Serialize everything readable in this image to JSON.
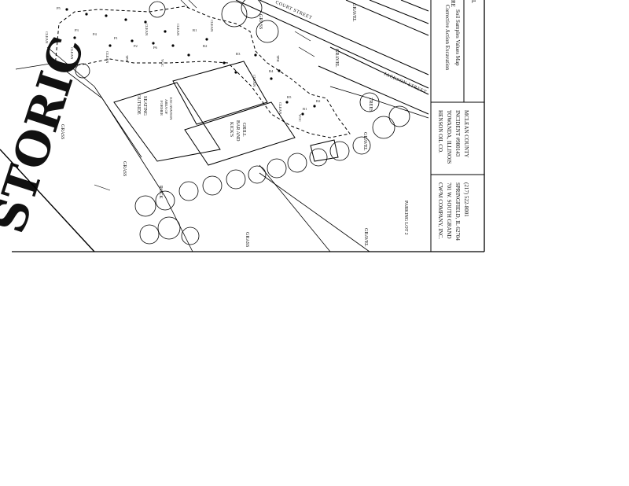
{
  "map": {
    "historic_text": "STORIC",
    "streets": [
      "COURT STREET",
      "JACKSON STREET"
    ],
    "surfaces": {
      "grass": "GRASS",
      "gravel": "GRAVEL",
      "rock": "ROCK",
      "parking": "PARKING LOT 2"
    },
    "buildings": {
      "outside_seating": [
        "OUTSIDE",
        "SEATING"
      ],
      "bar_grill": [
        "KICK'S",
        "BAR AND",
        "GRILL"
      ],
      "former_excavation": [
        "FORMER",
        "AREA OF",
        "EXCAVATION"
      ]
    },
    "trees": "TREES",
    "sample_ids": [
      "P5",
      "P3",
      "P4",
      "P1",
      "P2",
      "P6",
      "R1",
      "R2",
      "R3",
      "R4",
      "R5",
      "B1",
      "B2"
    ],
    "sample_labels": [
      "CLEAN",
      "CLEAN",
      "CLEAN",
      "TPH",
      "CLEAN",
      "VOC",
      "CLEAN",
      "CLEAN",
      "CLEAN",
      "TPH",
      "CLEAN",
      "VOC"
    ]
  },
  "title_block": {
    "figure_title": "Corrective Action Excavation",
    "figure_subtitle": "Soil Samples Values Map",
    "client": [
      "HENSON OIL CO.",
      "TOWANDA, ILLINOIS",
      "INCIDENT #980143",
      "MCLEAN COUNTY"
    ],
    "consultant": [
      "CW³M COMPANY, INC.",
      "701 W. SOUTH GRAND",
      "SPRINGFIELD, IL 62704",
      "(217) 522-8001"
    ],
    "corner_fragments": [
      "RE",
      "L"
    ]
  }
}
